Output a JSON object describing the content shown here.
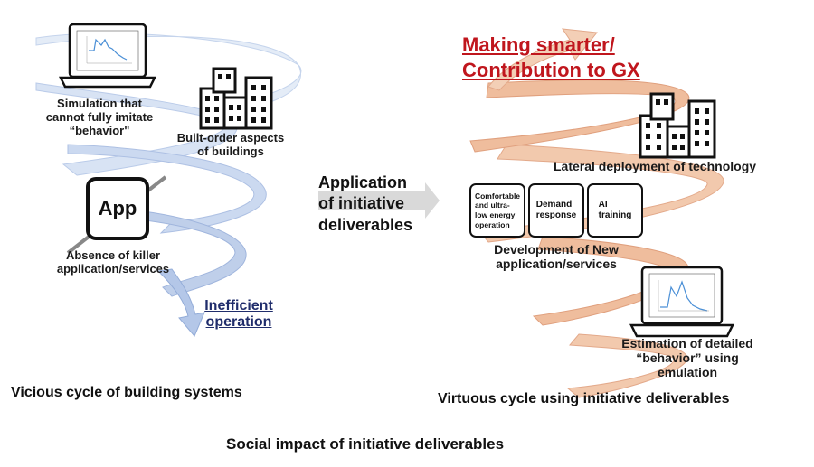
{
  "left": {
    "simulation_label_1": "Simulation that",
    "simulation_label_2": "cannot fully imitate",
    "simulation_label_3": "“behavior\"",
    "built_order_1": "Built-order aspects",
    "built_order_2": "of buildings",
    "app_text": "App",
    "absence_1": "Absence of killer",
    "absence_2": "application/services",
    "inefficient_1": "Inefficient",
    "inefficient_2": "operation",
    "caption": "Vicious cycle of building systems"
  },
  "middle": {
    "line1": "Application",
    "line2": "of initiative",
    "line3": "deliverables"
  },
  "right": {
    "title_1": "Making smarter/",
    "title_2": "Contribution to GX",
    "lateral": "Lateral deployment of technology",
    "boxes": [
      {
        "line1": "Comfortable",
        "line2": "and ultra-",
        "line3": "low energy",
        "line4": "operation"
      },
      {
        "line1": "Demand",
        "line2": "response"
      },
      {
        "line1": "AI",
        "line2": "training"
      }
    ],
    "development_1": "Development of New",
    "development_2": "application/services",
    "estimation_1": "Estimation of detailed",
    "estimation_2": "“behavior” using",
    "estimation_3": "emulation",
    "caption": "Virtuous cycle using initiative deliverables"
  },
  "footer": {
    "title": "Social impact of initiative deliverables"
  },
  "colors": {
    "left_spiral": "#dce7f5",
    "left_spiral_dark": "#a9bde2",
    "right_spiral": "#f1c8aa",
    "right_spiral_dark": "#e8ab84",
    "title_red": "#c0161d",
    "inefficient_blue": "#1f2c6b",
    "arrow_gray": "#d9d9d9"
  },
  "icons": [
    "laptop-icon",
    "buildings-icon",
    "app-icon",
    "mid-arrow-icon",
    "spiral-arrow"
  ]
}
